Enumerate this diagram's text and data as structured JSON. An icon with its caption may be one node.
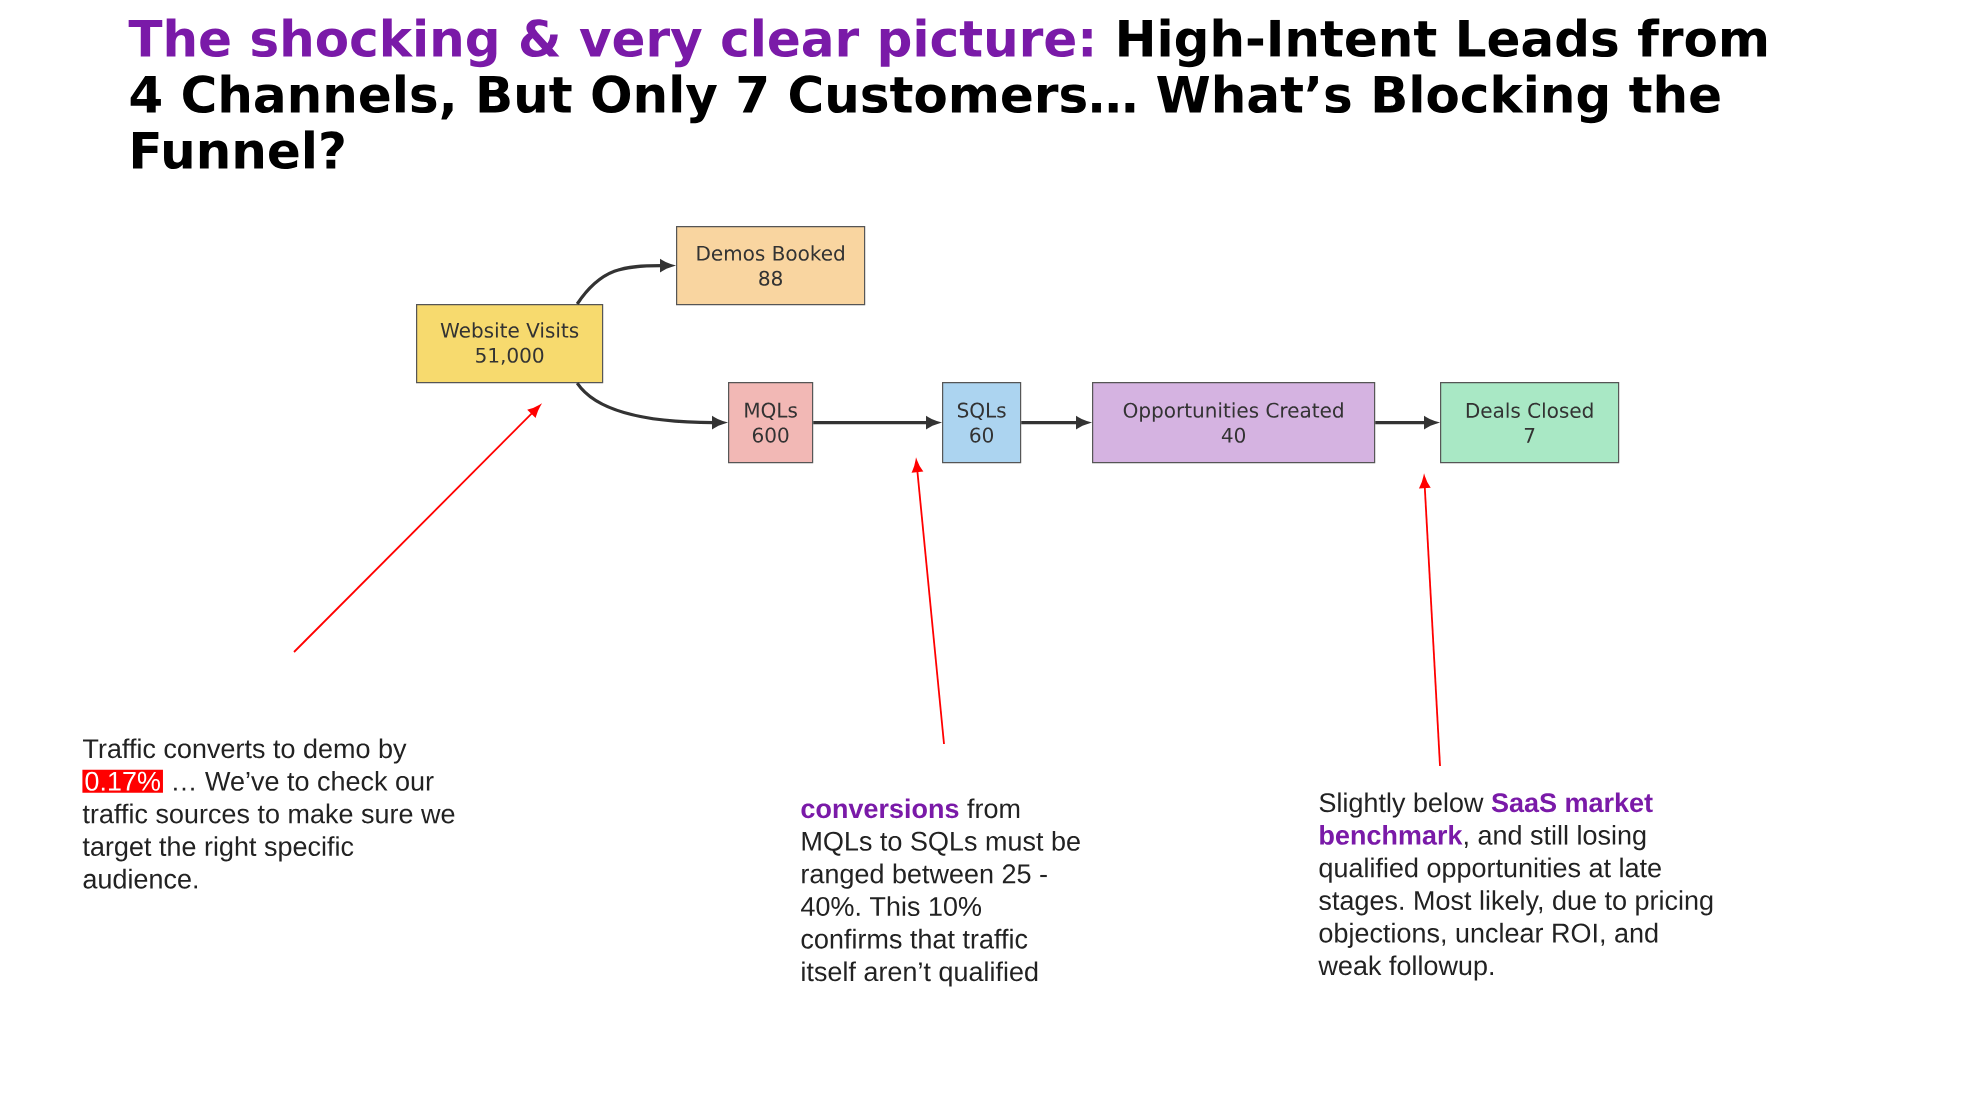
{
  "diagram": {
    "title": "**The shocking & very clear picture:** High-Intent Leads from 4 Channels, But Only 7 Customers… What’s Blocking the Funnel?",
    "nodes": [
      {
        "text": [
          "Website Visits",
          "51,000"
        ]
      },
      {
        "text": [
          "Demos Booked",
          "88"
        ]
      },
      {
        "text": [
          "MQLs",
          "600"
        ]
      },
      {
        "text": [
          "SQLs",
          "60"
        ]
      },
      {
        "text": [
          "Opportunities Created",
          "40"
        ]
      },
      {
        "text": [
          "Deals Closed",
          "7"
        ]
      },
      {
        "text": [
          "Traffic converts to demo by **0.17%** … We’ve to check our traffic sources to make sure we target the right specific audience."
        ]
      },
      {
        "text": [
          "**conversions** from MQLs to SQLs must be ranged between 25 - 40%. This 10% confirms that traffic itself aren’t qualified"
        ]
      },
      {
        "text": [
          "Slightly below **SaaS market benchmark**, and still losing qualified opportunities at late stages. Most likely, due to pricing objections, unclear ROI, and weak followup."
        ]
      }
    ],
    "edges": [
      {
        "from": 0,
        "to": 1,
        "arrow": "to"
      },
      {
        "from": 0,
        "to": 2,
        "arrow": "to"
      },
      {
        "from": 2,
        "to": 3,
        "arrow": "to"
      },
      {
        "from": 3,
        "to": 4,
        "arrow": "to"
      },
      {
        "from": 4,
        "to": 5,
        "arrow": "to"
      },
      {
        "from": 6,
        "to": 0,
        "arrow": "to",
        "color": "#ff0000"
      },
      {
        "from": 7,
        "to": 3,
        "arrow": "to",
        "color": "#ff0000"
      },
      {
        "from": 8,
        "to": 5,
        "arrow": "to",
        "color": "#ff0000"
      }
    ]
  }
}
